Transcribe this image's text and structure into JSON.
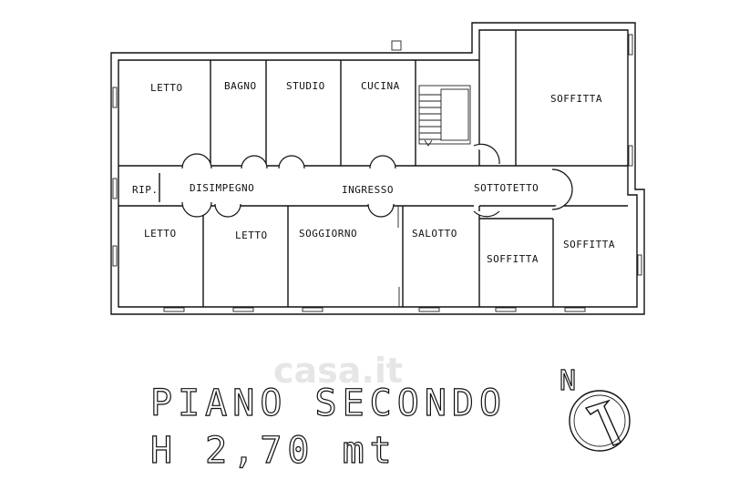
{
  "rooms": {
    "letto_1": "LETTO",
    "bagno": "BAGNO",
    "studio": "STUDIO",
    "cucina": "CUCINA",
    "soffitta_1": "SOFFITTA",
    "rip": "RIP.",
    "disimpegno": "DISIMPEGNO",
    "ingresso": "INGRESSO",
    "sottotetto": "SOTTOTETTO",
    "letto_2": "LETTO",
    "letto_3": "LETTO",
    "soggiorno": "SOGGIORNO",
    "salotto": "SALOTTO",
    "soffitta_2": "SOFFITTA",
    "soffitta_3": "SOFFITTA"
  },
  "title": {
    "line1": "PIANO SECONDO",
    "line2": "H 2,70 mt"
  },
  "compass": {
    "label": "N"
  },
  "watermark": "casa.it"
}
